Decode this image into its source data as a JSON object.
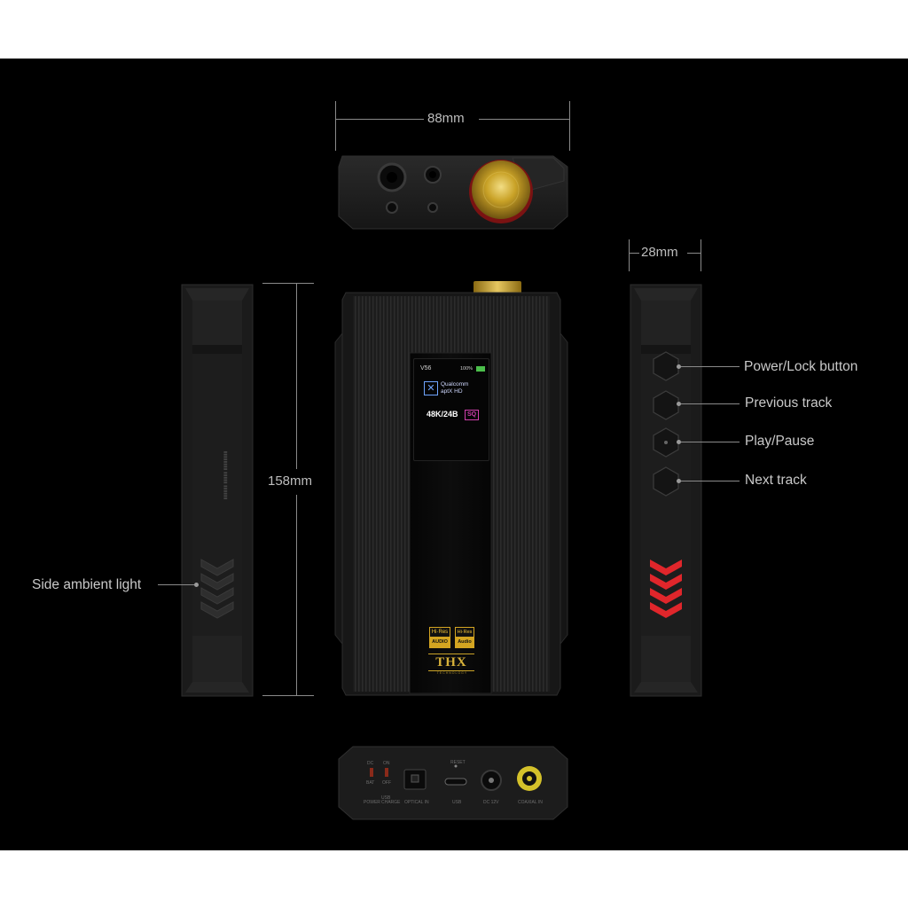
{
  "dimensions": {
    "width": "88mm",
    "height": "158mm",
    "depth": "28mm"
  },
  "screen": {
    "version": "V56",
    "battery": "100%",
    "codec_line1": "Qualcomm",
    "codec_line2": "aptX HD",
    "format": "48K/24B",
    "format_badge": "SQ"
  },
  "badges": {
    "hires_1_line1": "Hi·Res",
    "hires_1_line2": "AUDIO",
    "hires_2_line1": "Hi·Res",
    "hires_2_line2": "Audio",
    "thx": "THX",
    "thx_sub": "TECHNOLOGY"
  },
  "callouts": {
    "power_lock": "Power/Lock button",
    "previous": "Previous track",
    "play_pause": "Play/Pause",
    "next": "Next track",
    "side_light": "Side ambient light"
  },
  "rear_labels": {
    "dc": "DC",
    "bat": "BAT",
    "on": "ON",
    "off": "OFF",
    "power": "POWER",
    "usb_charge": "USB CHARGE",
    "optical": "OPTICAL IN",
    "reset": "RESET",
    "usb": "USB",
    "dc12v": "DC 12V",
    "coaxial": "COAXIAL IN"
  },
  "colors": {
    "background": "#000000",
    "body": "#1a1a1a",
    "gold": "#c9a227",
    "red_light": "#e0262b",
    "screen_magenta": "#d23fae"
  }
}
